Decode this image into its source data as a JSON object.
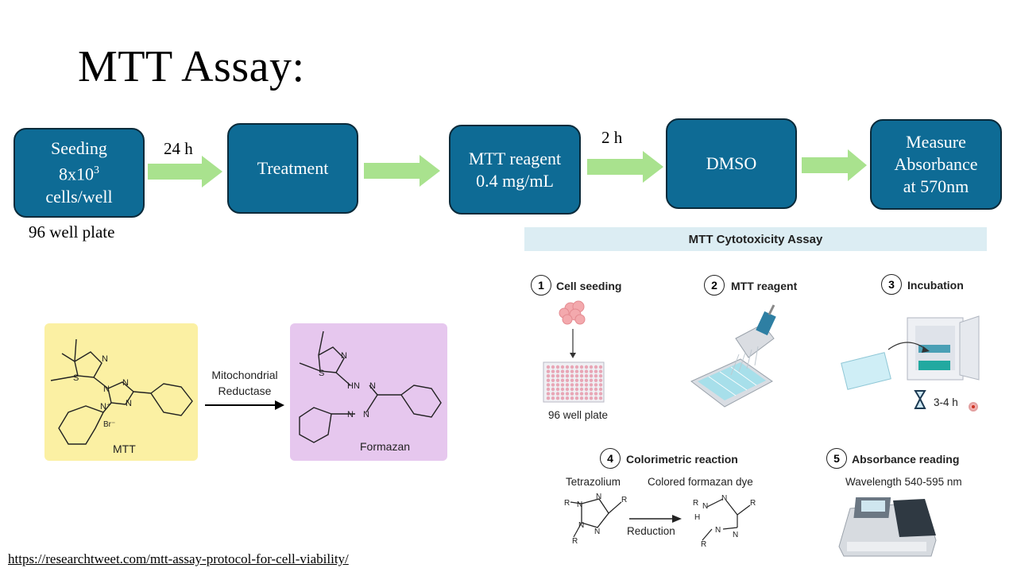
{
  "title": "MTT Assay:",
  "flow": {
    "seeding": {
      "line1": "Seeding",
      "line2_base": "8x10",
      "line2_sup": "3",
      "line3": "cells/well"
    },
    "plate_label": "96 well plate",
    "arrow1_label": "24 h",
    "treatment": "Treatment",
    "mtt": {
      "line1": "MTT reagent",
      "line2": "0.4 mg/mL"
    },
    "arrow3_label": "2 h",
    "dmso": "DMSO",
    "measure": {
      "line1": "Measure",
      "line2": "Absorbance",
      "line3": "at 570nm"
    }
  },
  "reaction": {
    "mtt_label": "MTT",
    "enzyme_line1": "Mitochondrial",
    "enzyme_line2": "Reductase",
    "formazan_label": "Formazan",
    "bromide": "Br⁻",
    "atoms": {
      "s": "S",
      "n": "N",
      "nplus": "N⁺",
      "hn": "HN"
    }
  },
  "panel": {
    "title": "MTT Cytotoxicity Assay",
    "steps": [
      {
        "num": "1",
        "label": "Cell seeding"
      },
      {
        "num": "2",
        "label": "MTT reagent"
      },
      {
        "num": "3",
        "label": "Incubation"
      },
      {
        "num": "4",
        "label": "Colorimetric reaction"
      },
      {
        "num": "5",
        "label": "Absorbance reading"
      }
    ],
    "plate_caption": "96 well plate",
    "incubation_time": "3-4 h",
    "tetrazolium": "Tetrazolium",
    "formazan_dye": "Colored formazan dye",
    "reduction": "Reduction",
    "wavelength": "Wavelength 540-595 nm",
    "r": "R",
    "h": "H",
    "n": "N"
  },
  "source_link": "https://researchtweet.com/mtt-assay-protocol-for-cell-viability/",
  "colors": {
    "step_box": "#0e6b95",
    "arrow": "#a9e28e",
    "mtt_bg": "#fbf0a3",
    "formazan_bg": "#e6c7ee",
    "panel_head": "#dcedf3"
  }
}
